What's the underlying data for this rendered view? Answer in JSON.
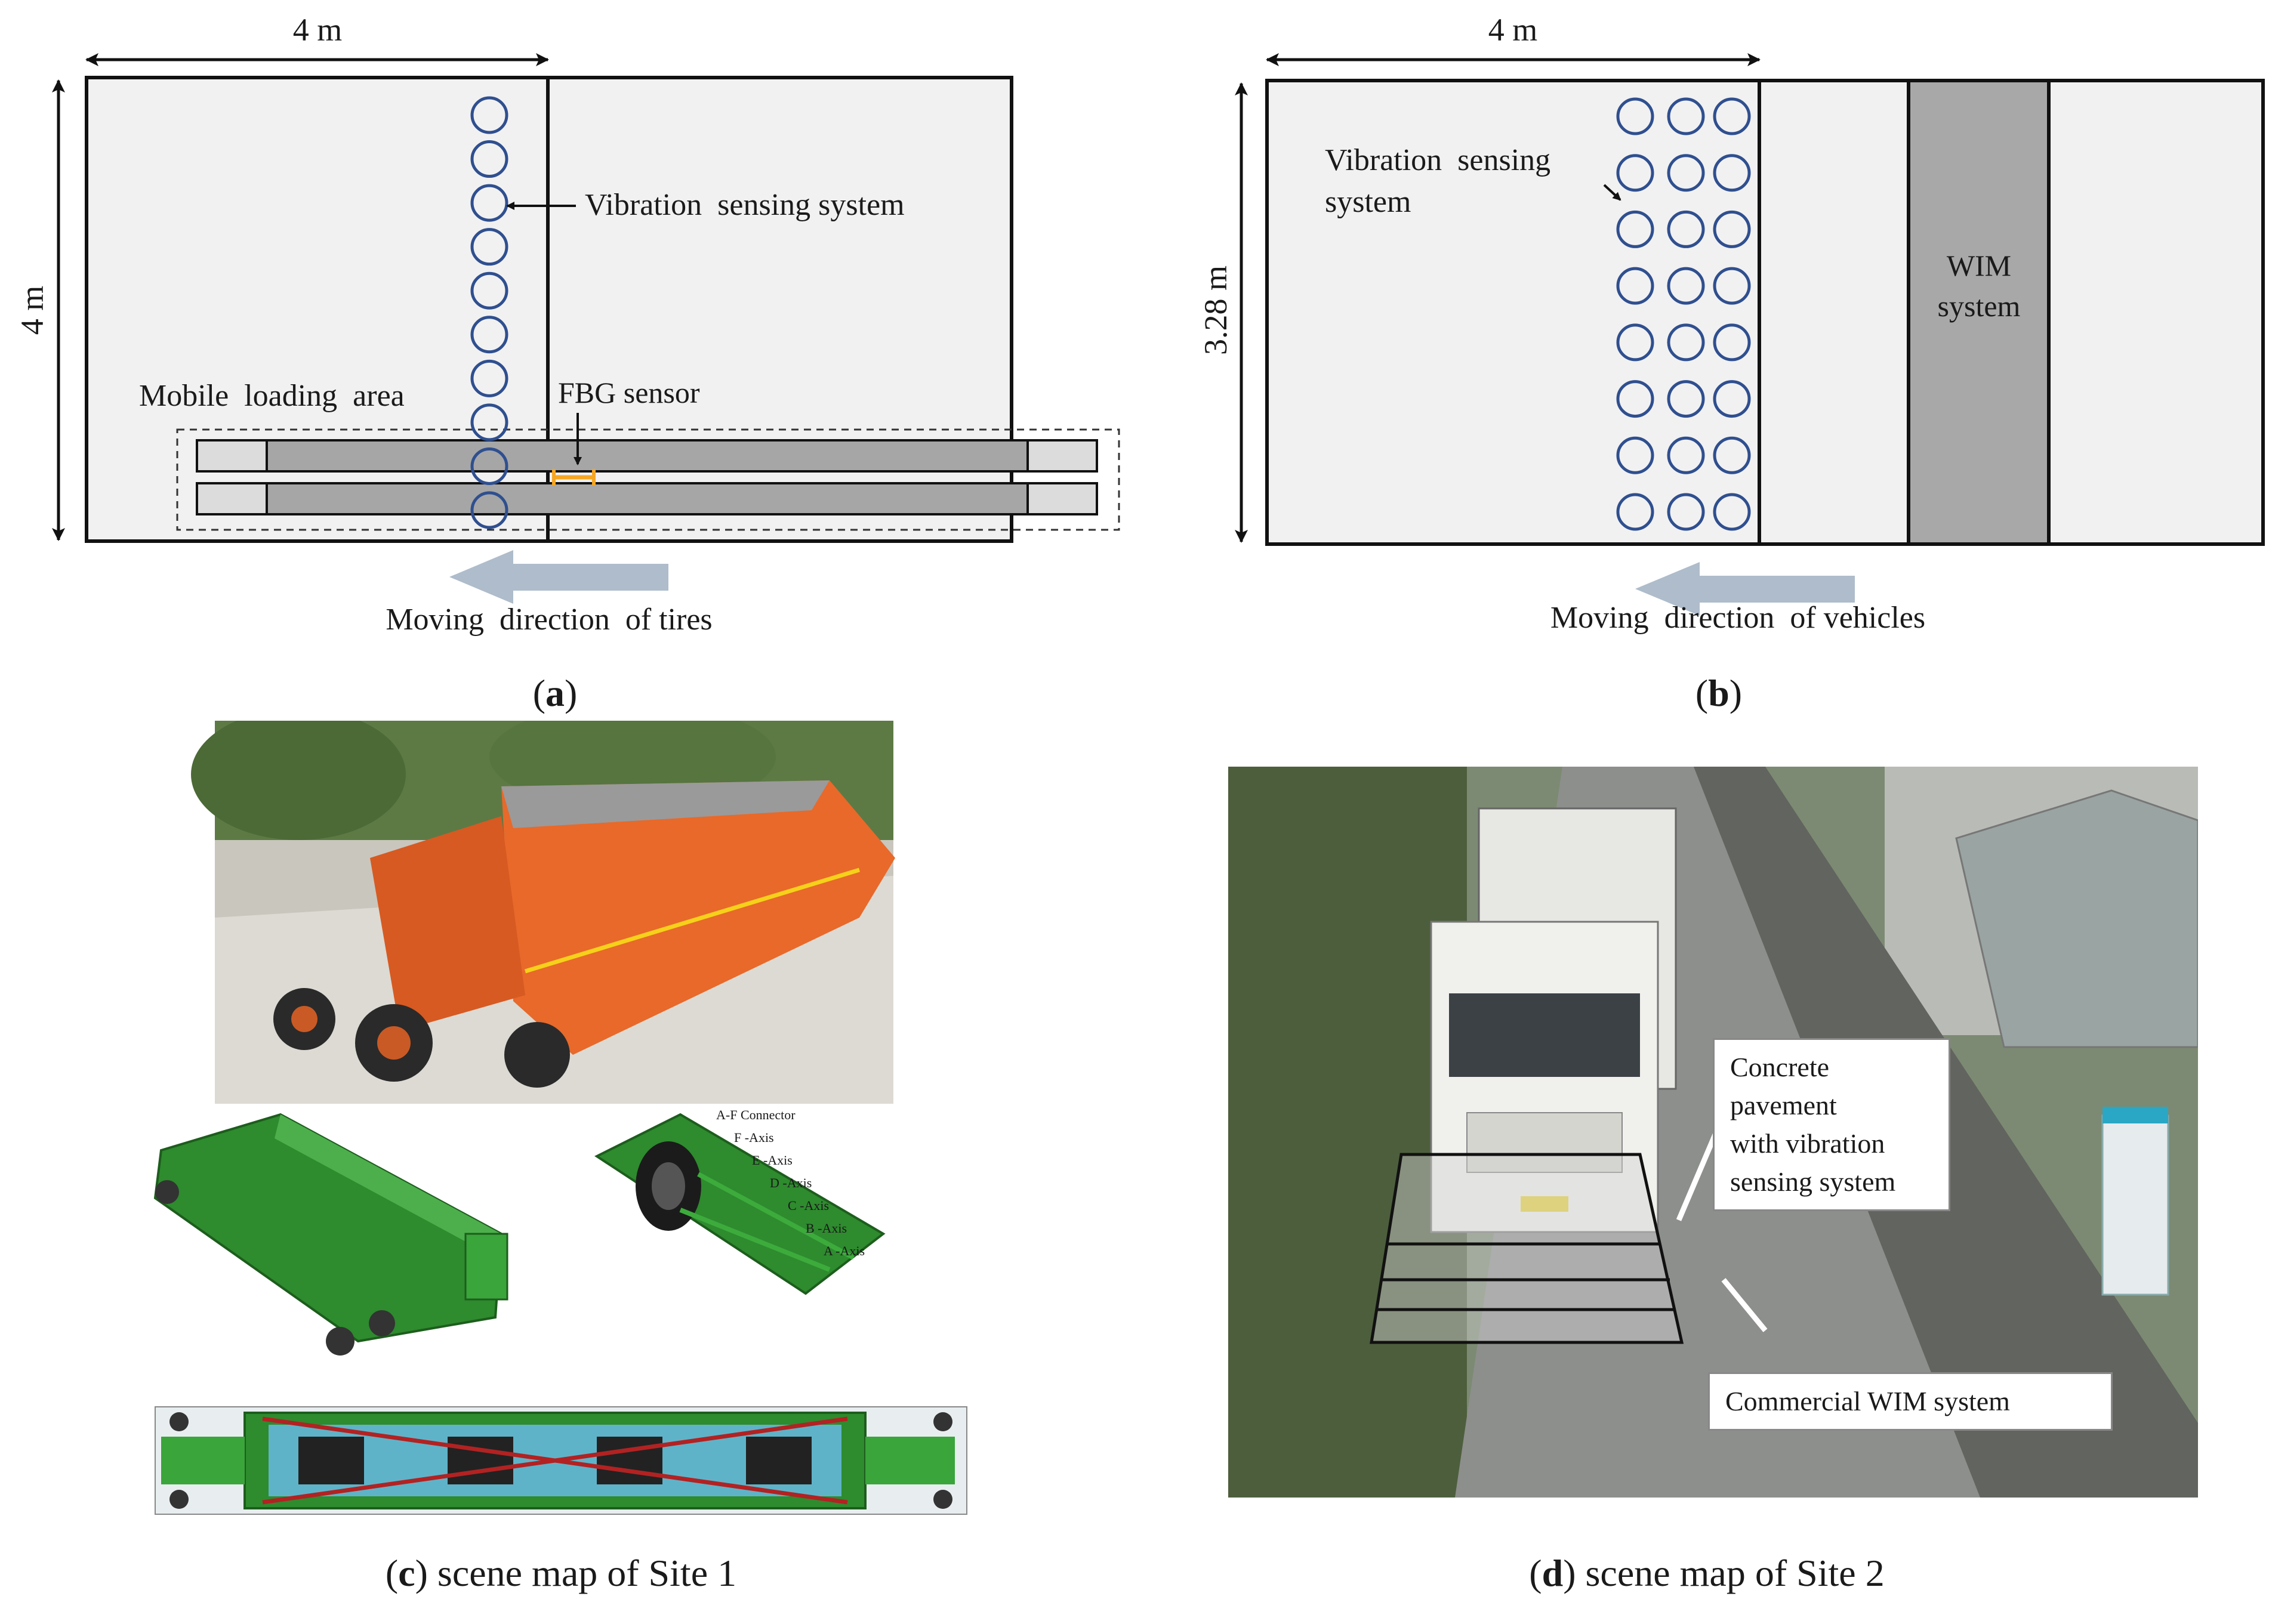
{
  "panel_a": {
    "width_label": "4 m",
    "height_label": "4 m",
    "vibration_label": "Vibration  sensing system",
    "mobile_label": "Mobile  loading  area",
    "fbg_label": "FBG sensor",
    "direction_label": "Moving  direction  of tires",
    "caption_letter": "a",
    "sensor_count": 10
  },
  "panel_b": {
    "width_label": "4 m",
    "height_label": "3.28 m",
    "vibration_label_1": "Vibration  sensing",
    "vibration_label_2": "system",
    "wim_label_1": "WIM",
    "wim_label_2": "system",
    "direction_label": "Moving  direction  of vehicles",
    "caption_letter": "b",
    "sensor_rows": 8,
    "sensor_cols": 3
  },
  "panel_c": {
    "caption_letter": "c",
    "caption_text": "scene map of Site 1",
    "axis_labels": [
      "A-F Connector",
      "F -Axis",
      "E -Axis",
      "D -Axis",
      "C -Axis",
      "B -Axis",
      "A -Axis"
    ]
  },
  "panel_d": {
    "caption_letter": "d",
    "caption_text": "scene map of Site 2",
    "label_pavement_1": "Concrete pavement",
    "label_pavement_2": "with vibration",
    "label_pavement_3": "sensing system",
    "label_wim": "Commercial WIM system"
  },
  "colors": {
    "sensor_circle": "#2f4f8f",
    "panel_fill": "#f1f1f1",
    "wim_fill": "#a8a8a8",
    "loading_bar": "#a6a6a6",
    "arrow": "#aebccb",
    "fbg": "#f5a623",
    "machine_orange": "#e8692a",
    "cad_green": "#2e8b2e"
  }
}
